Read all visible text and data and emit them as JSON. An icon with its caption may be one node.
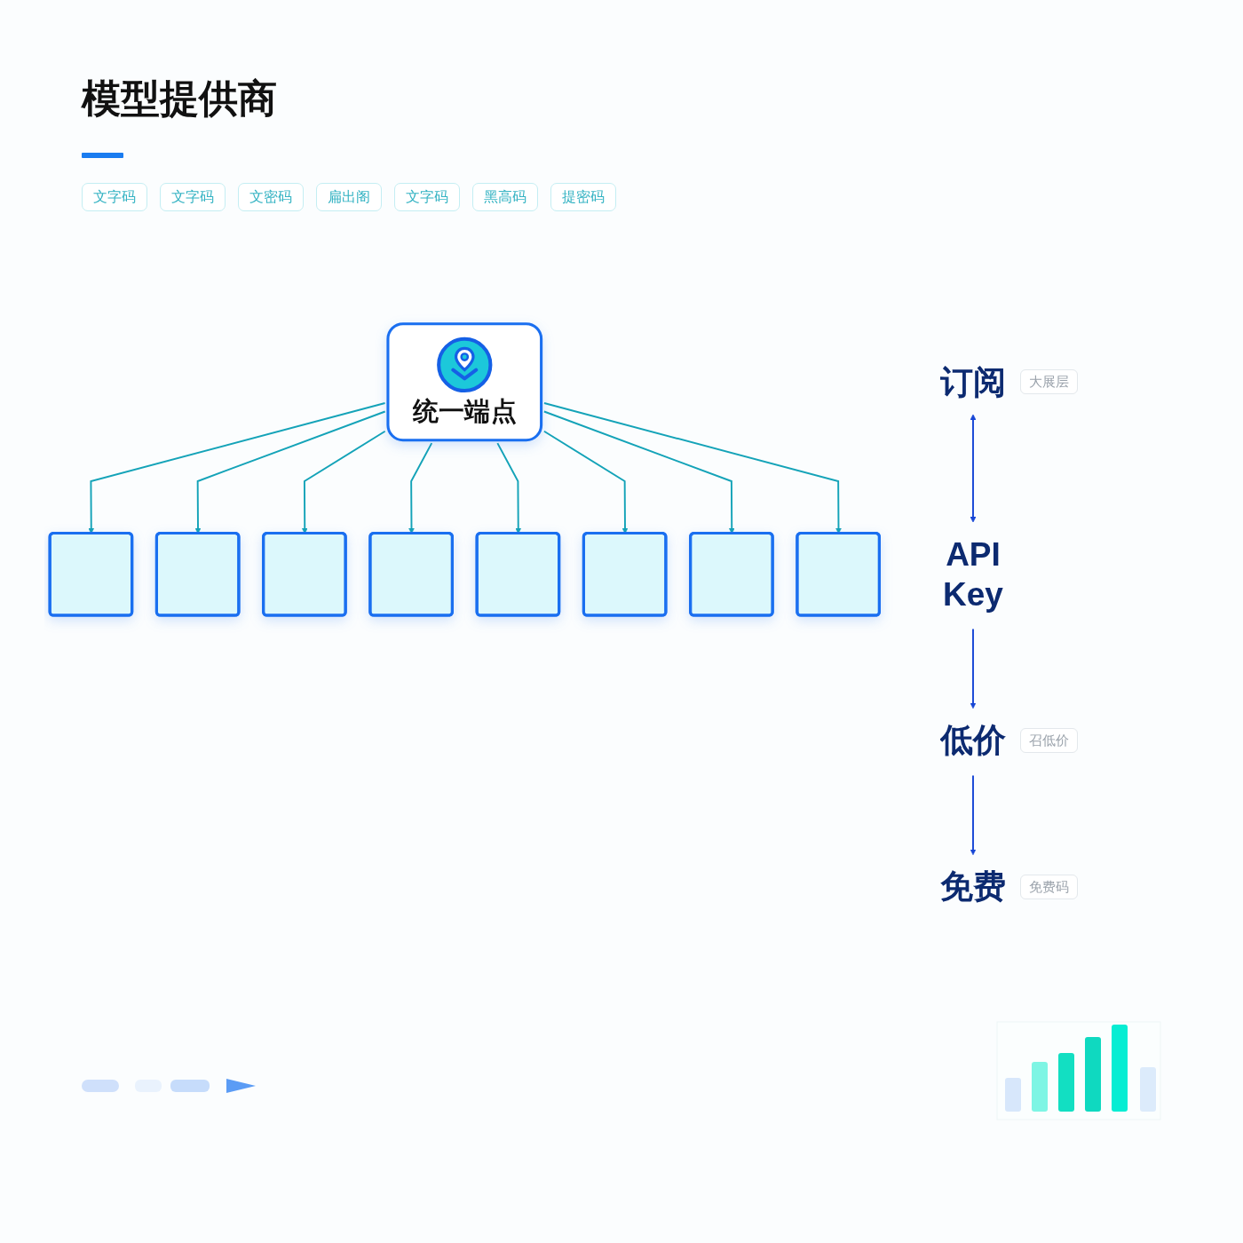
{
  "diagram": {
    "title": "模型提供商",
    "nodes": [
      {
        "text": [
          "统一端点"
        ]
      },
      {
        "text": [],
        "shape": "box"
      },
      {
        "text": [],
        "shape": "box"
      },
      {
        "text": [],
        "shape": "box"
      },
      {
        "text": [],
        "shape": "box"
      },
      {
        "text": [],
        "shape": "box"
      },
      {
        "text": [],
        "shape": "box"
      },
      {
        "text": [],
        "shape": "box"
      },
      {
        "text": [],
        "shape": "box"
      },
      {
        "text": [
          "订阅"
        ],
        "beside": [
          "大展层"
        ]
      },
      {
        "text": [
          "API Key"
        ]
      },
      {
        "text": [
          "低价"
        ],
        "beside": [
          "召低价"
        ]
      },
      {
        "text": [
          "免费"
        ],
        "beside": [
          "免费码"
        ]
      }
    ],
    "edges": [
      {
        "from": 0,
        "to": 1,
        "arrow": "to"
      },
      {
        "from": 0,
        "to": 2,
        "arrow": "to"
      },
      {
        "from": 0,
        "to": 3,
        "arrow": "to"
      },
      {
        "from": 0,
        "to": 4,
        "arrow": "to"
      },
      {
        "from": 0,
        "to": 5,
        "arrow": "to"
      },
      {
        "from": 0,
        "to": 6,
        "arrow": "to"
      },
      {
        "from": 0,
        "to": 7,
        "arrow": "to"
      },
      {
        "from": 0,
        "to": 8,
        "arrow": "to"
      },
      {
        "from": 9,
        "to": 10,
        "arrow": "both",
        "color": "#1746d6"
      },
      {
        "from": 10,
        "to": 11,
        "arrow": "to",
        "color": "#1746d6"
      },
      {
        "from": 11,
        "to": 12,
        "arrow": "to",
        "color": "#1746d6"
      }
    ],
    "labels": [
      "文字码",
      "文字码",
      "文密码",
      "扁出阁",
      "文字码",
      "黑高码",
      "提密码"
    ]
  }
}
